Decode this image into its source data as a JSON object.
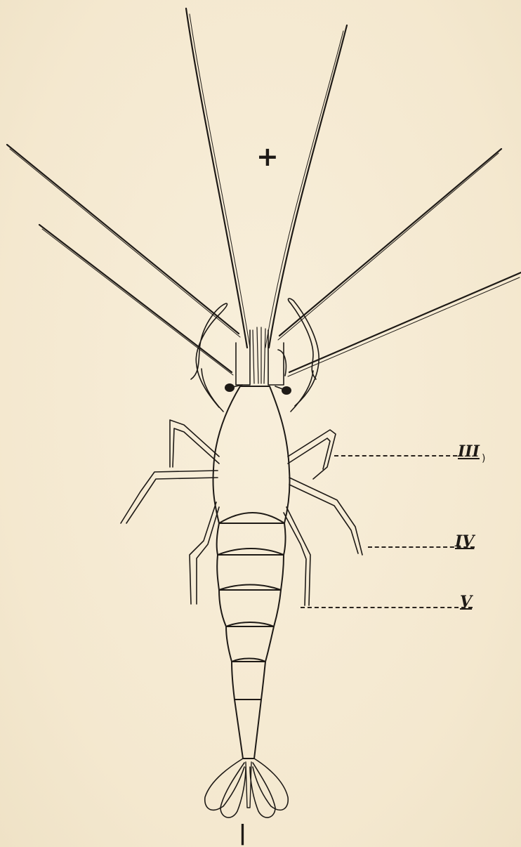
{
  "figure": {
    "labels": {
      "leg_3": "III",
      "leg_4": "IV",
      "leg_5": "V",
      "paren": ")"
    },
    "marks": {
      "plus": "+",
      "tick": "|"
    },
    "colors": {
      "paper": "#f6ecd6",
      "ink": "#1e1a16"
    }
  }
}
